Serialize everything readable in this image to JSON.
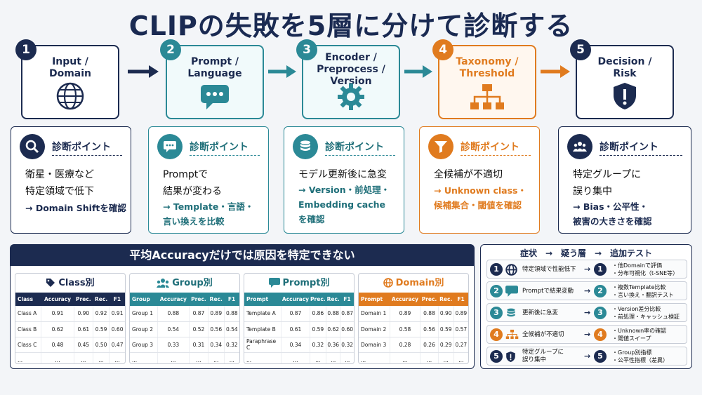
{
  "title": "CLIPの失敗を5層に分けて診断する",
  "stages": [
    {
      "num": "1",
      "label": "Input /\nDomain",
      "icon": "globe-icon"
    },
    {
      "num": "2",
      "label": "Prompt /\nLanguage",
      "icon": "chat-bubble-icon"
    },
    {
      "num": "3",
      "label": "Encoder /\nPreprocess /\nVersion",
      "icon": "gear-icon"
    },
    {
      "num": "4",
      "label": "Taxonomy /\nThreshold",
      "icon": "hierarchy-icon"
    },
    {
      "num": "5",
      "label": "Decision /\nRisk",
      "icon": "shield-icon"
    }
  ],
  "cards": [
    {
      "heading": "診断ポイント",
      "body": "衛星・医療など\n特定領域で低下",
      "action": "→ Domain Shiftを確認",
      "icon": "search-icon"
    },
    {
      "heading": "診断ポイント",
      "body": "Promptで\n結果が変わる",
      "action": "→ Template・言語・\n言い換えを比較",
      "icon": "chat-bubble-icon"
    },
    {
      "heading": "診断ポイント",
      "body": "モデル更新後に急変",
      "action": "→ Version・前処理・\nEmbedding cache\nを確認",
      "icon": "database-icon"
    },
    {
      "heading": "診断ポイント",
      "body": "全候補が不適切",
      "action": "→ Unknown class・\n候補集合・閾値を確認",
      "icon": "filter-icon"
    },
    {
      "heading": "診断ポイント",
      "body": "特定グループに\n誤り集中",
      "action": "→ Bias・公平性・\n被害の大きさを確認",
      "icon": "group-icon"
    }
  ],
  "bottom_banner": "平均Accuracyだけでは原因を特定できない",
  "tables": [
    {
      "title": "Class別",
      "icon": "tag-icon",
      "columns": [
        "Class",
        "Accuracy",
        "Prec.",
        "Rec.",
        "F1"
      ],
      "rows": [
        [
          "Class A",
          "0.91",
          "0.90",
          "0.92",
          "0.91"
        ],
        [
          "Class B",
          "0.62",
          "0.61",
          "0.59",
          "0.60"
        ],
        [
          "Class C",
          "0.48",
          "0.45",
          "0.50",
          "0.47"
        ],
        [
          "...",
          "...",
          "...",
          "...",
          "..."
        ]
      ]
    },
    {
      "title": "Group別",
      "icon": "group-icon",
      "columns": [
        "Group",
        "Accuracy",
        "Prec.",
        "Rec.",
        "F1"
      ],
      "rows": [
        [
          "Group 1",
          "0.88",
          "0.87",
          "0.89",
          "0.88"
        ],
        [
          "Group 2",
          "0.54",
          "0.52",
          "0.56",
          "0.54"
        ],
        [
          "Group 3",
          "0.33",
          "0.31",
          "0.34",
          "0.32"
        ],
        [
          "...",
          "...",
          "...",
          "...",
          "..."
        ]
      ]
    },
    {
      "title": "Prompt別",
      "icon": "chat-bubble-icon",
      "columns": [
        "Prompt",
        "Accuracy",
        "Prec.",
        "Rec.",
        "F1"
      ],
      "rows": [
        [
          "Template A",
          "0.87",
          "0.86",
          "0.88",
          "0.87"
        ],
        [
          "Template B",
          "0.61",
          "0.59",
          "0.62",
          "0.60"
        ],
        [
          "Paraphrase C",
          "0.34",
          "0.32",
          "0.36",
          "0.32"
        ],
        [
          "...",
          "...",
          "...",
          "...",
          "..."
        ]
      ]
    },
    {
      "title": "Domain別",
      "icon": "globe-icon",
      "columns": [
        "Prompt",
        "Accuracy",
        "Prec.",
        "Rec.",
        "F1"
      ],
      "rows": [
        [
          "Domain 1",
          "0.89",
          "0.88",
          "0.90",
          "0.89"
        ],
        [
          "Domain 2",
          "0.58",
          "0.56",
          "0.59",
          "0.57"
        ],
        [
          "Domain 3",
          "0.28",
          "0.26",
          "0.29",
          "0.27"
        ],
        [
          "...",
          "...",
          "...",
          "...",
          "..."
        ]
      ]
    }
  ],
  "right_panel": {
    "header": "症状　→　疑う層　→　追加テスト",
    "rows": [
      {
        "num": "1",
        "symptom": "特定領域で性能低下",
        "arrow": "→",
        "tests": "・他Domainで評価\n・分布可視化（t-SNE等）",
        "icon": "globe-icon"
      },
      {
        "num": "2",
        "symptom": "Promptで結果変動",
        "arrow": "→",
        "tests": "・複数Template比較\n・言い換え・翻訳テスト",
        "icon": "chat-bubble-icon"
      },
      {
        "num": "3",
        "symptom": "更新後に急変",
        "arrow": "→",
        "tests": "・Version差分比較\n・前処理・キャッシュ検証",
        "icon": "database-icon"
      },
      {
        "num": "4",
        "symptom": "全候補が不適切",
        "arrow": "→",
        "tests": "・Unknown率の確認\n・閾値スイープ",
        "icon": "hierarchy-icon"
      },
      {
        "num": "5",
        "symptom": "特定グループに\n誤り集中",
        "arrow": "→",
        "tests": "・Group別指標\n・公平性指標（差異）",
        "icon": "shield-icon"
      }
    ]
  },
  "colors": {
    "navy": "#1c2b50",
    "teal": "#2b8996",
    "orange": "#e07b1f"
  }
}
